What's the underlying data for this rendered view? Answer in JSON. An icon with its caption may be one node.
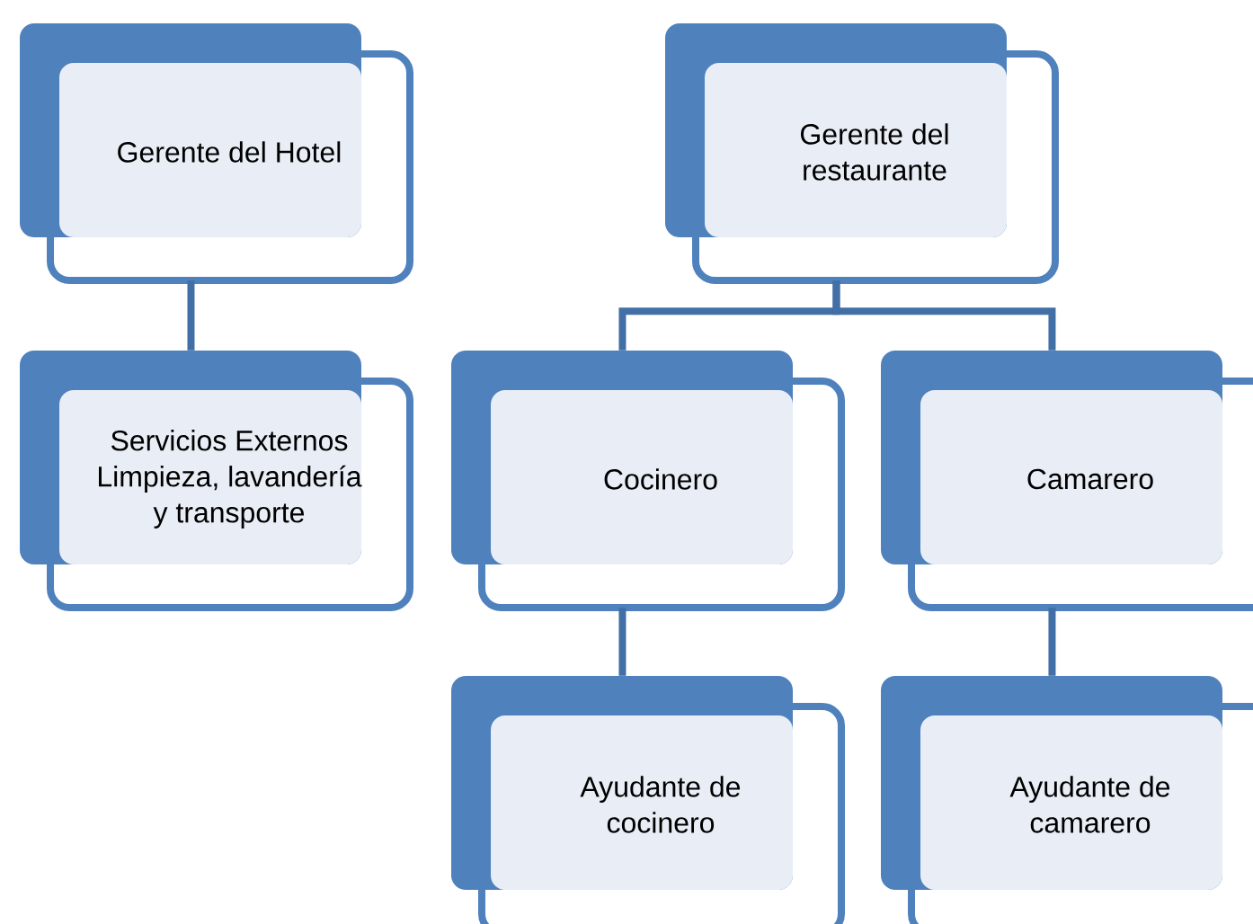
{
  "diagram": {
    "nodes": [
      {
        "text": [
          "Gerente del Hotel"
        ]
      },
      {
        "text": [
          "Servicios Externos Limpieza, lavandería y transporte"
        ]
      },
      {
        "text": [
          "Gerente del restaurante"
        ]
      },
      {
        "text": [
          "Cocinero"
        ]
      },
      {
        "text": [
          "Camarero"
        ]
      },
      {
        "text": [
          "Ayudante de cocinero"
        ]
      },
      {
        "text": [
          "Ayudante de camarero"
        ]
      }
    ],
    "edges": [
      {
        "from": 0,
        "to": 1,
        "arrow": "none"
      },
      {
        "from": 2,
        "to": 3,
        "arrow": "none"
      },
      {
        "from": 2,
        "to": 4,
        "arrow": "none"
      },
      {
        "from": 3,
        "to": 5,
        "arrow": "none"
      },
      {
        "from": 4,
        "to": 6,
        "arrow": "none"
      }
    ]
  }
}
